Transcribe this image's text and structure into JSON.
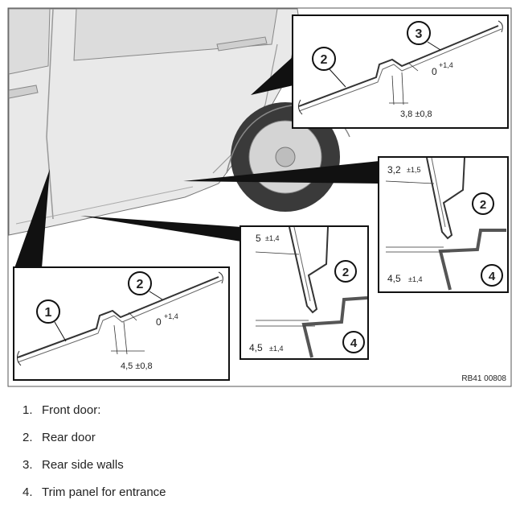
{
  "figure": {
    "ref_code": "RB41 00808",
    "callouts": {
      "front_door": "1",
      "rear_door": "2",
      "rear_side_walls": "3",
      "trim_panel": "4"
    },
    "dimensions": {
      "gap_top_detail": "3,8 ±0,8",
      "flush_top_detail_base": "0",
      "flush_top_detail_tol": "+1,4",
      "gap_bottom_left_detail": "4,5 ±0,8",
      "flush_bottom_left_base": "0",
      "flush_bottom_left_tol": "+1,4",
      "middle_top_base": "5",
      "middle_top_tol": "±1,4",
      "middle_bottom_base": "4,5",
      "middle_bottom_tol": "±1,4",
      "right_top_base": "3,2",
      "right_top_tol": "±1,5",
      "right_bottom_base": "4,5",
      "right_bottom_tol": "±1,4"
    }
  },
  "legend": [
    {
      "number": "1.",
      "label": "Front door:"
    },
    {
      "number": "2.",
      "label": "Rear door"
    },
    {
      "number": "3.",
      "label": "Rear side walls"
    },
    {
      "number": "4.",
      "label": "Trim panel for entrance"
    }
  ]
}
